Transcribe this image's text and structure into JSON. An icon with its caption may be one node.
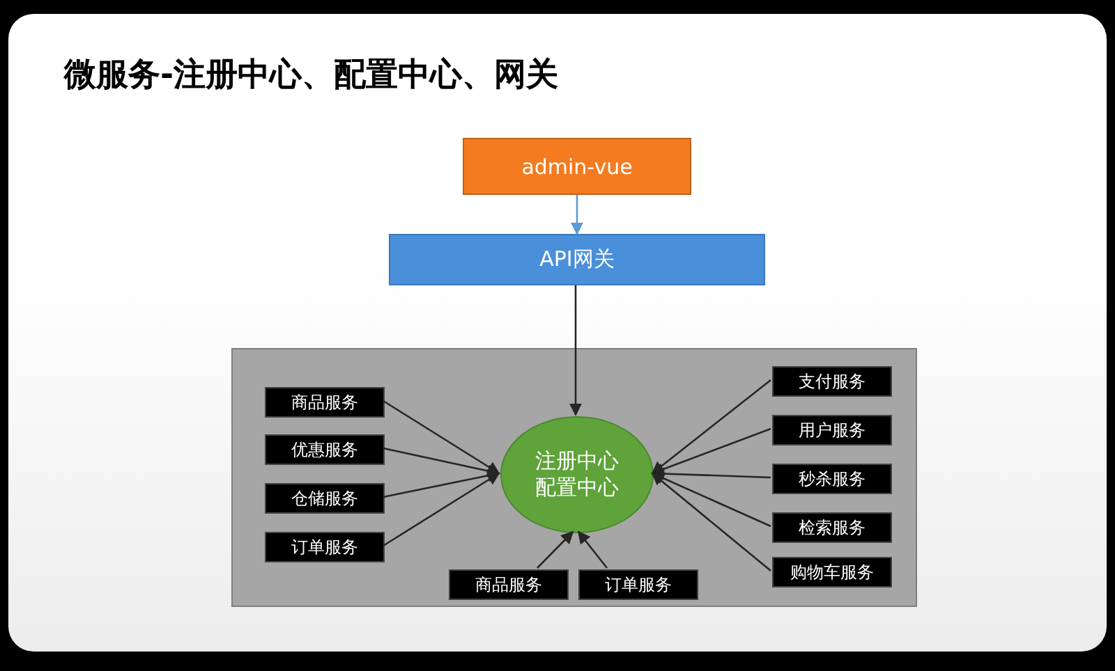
{
  "diagram": {
    "title": "微服务-注册中心、配置中心、网关",
    "nodes": [
      {
        "text": [
          "admin-vue"
        ]
      },
      {
        "text": [
          "API网关"
        ]
      },
      {
        "text": [],
        "shape": "box"
      },
      {
        "text": [
          "注册中心配置中心"
        ],
        "in": 2
      },
      {
        "text": [
          "商品服务"
        ],
        "in": 2
      },
      {
        "text": [
          "优惠服务"
        ],
        "in": 2
      },
      {
        "text": [
          "仓储服务"
        ],
        "in": 2
      },
      {
        "text": [
          "订单服务"
        ],
        "in": 2
      },
      {
        "text": [
          "商品服务"
        ],
        "in": 2
      },
      {
        "text": [
          "订单服务"
        ],
        "in": 2
      },
      {
        "text": [
          "支付服务"
        ],
        "in": 2
      },
      {
        "text": [
          "用户服务"
        ],
        "in": 2
      },
      {
        "text": [
          "秒杀服务"
        ],
        "in": 2
      },
      {
        "text": [
          "检索服务"
        ],
        "in": 2
      },
      {
        "text": [
          "购物车服务"
        ],
        "in": 2
      }
    ],
    "edges": [
      {
        "from": 0,
        "to": 1,
        "arrow": "to",
        "color": "#5b9bd5"
      },
      {
        "from": 1,
        "to": 3,
        "arrow": "to"
      },
      {
        "from": 4,
        "to": 3,
        "arrow": "to"
      },
      {
        "from": 5,
        "to": 3,
        "arrow": "to"
      },
      {
        "from": 6,
        "to": 3,
        "arrow": "to"
      },
      {
        "from": 7,
        "to": 3,
        "arrow": "to"
      },
      {
        "from": 8,
        "to": 3,
        "arrow": "to"
      },
      {
        "from": 9,
        "to": 3,
        "arrow": "to"
      },
      {
        "from": 10,
        "to": 3,
        "arrow": "to"
      },
      {
        "from": 11,
        "to": 3,
        "arrow": "to"
      },
      {
        "from": 12,
        "to": 3,
        "arrow": "to"
      },
      {
        "from": 13,
        "to": 3,
        "arrow": "to"
      },
      {
        "from": 14,
        "to": 3,
        "arrow": "to"
      }
    ]
  }
}
